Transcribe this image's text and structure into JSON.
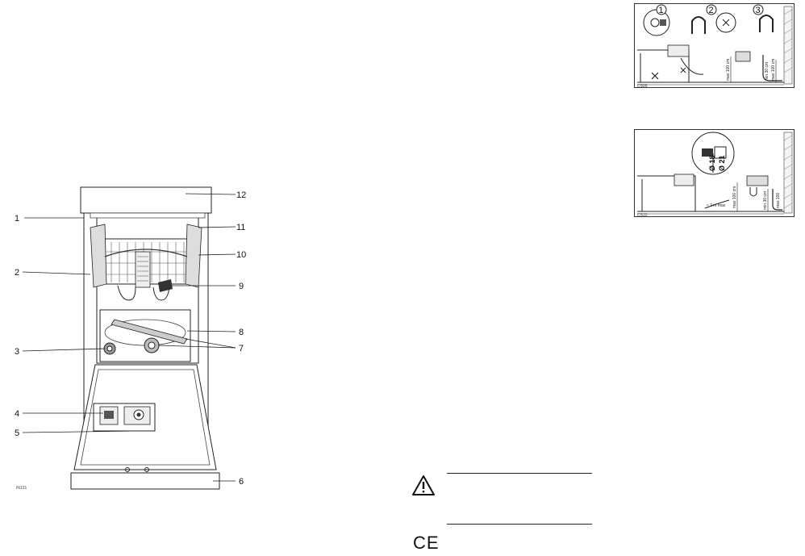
{
  "dishwasher_figure": {
    "callouts": [
      "1",
      "2",
      "3",
      "4",
      "5",
      "6",
      "7",
      "8",
      "9",
      "10",
      "11",
      "12"
    ],
    "figure_code": "IN131"
  },
  "installation_figure_top": {
    "step_numbers": [
      "1",
      "2",
      "3"
    ],
    "dim_labels": [
      "max 100 cm",
      "min 30 cm",
      "max 100 cm"
    ],
    "figure_code": "CS09"
  },
  "installation_figure_bottom": {
    "hose_labels": [
      "Ø 18",
      "Ø 21"
    ],
    "dim_labels": [
      "≈ 2 m max",
      "max 100 cm",
      "min 30 cm",
      "max 100"
    ],
    "figure_code": "CS10"
  },
  "warning_symbol": {
    "icon": "warning-triangle-icon"
  },
  "ce_mark": {
    "text": "CE"
  }
}
